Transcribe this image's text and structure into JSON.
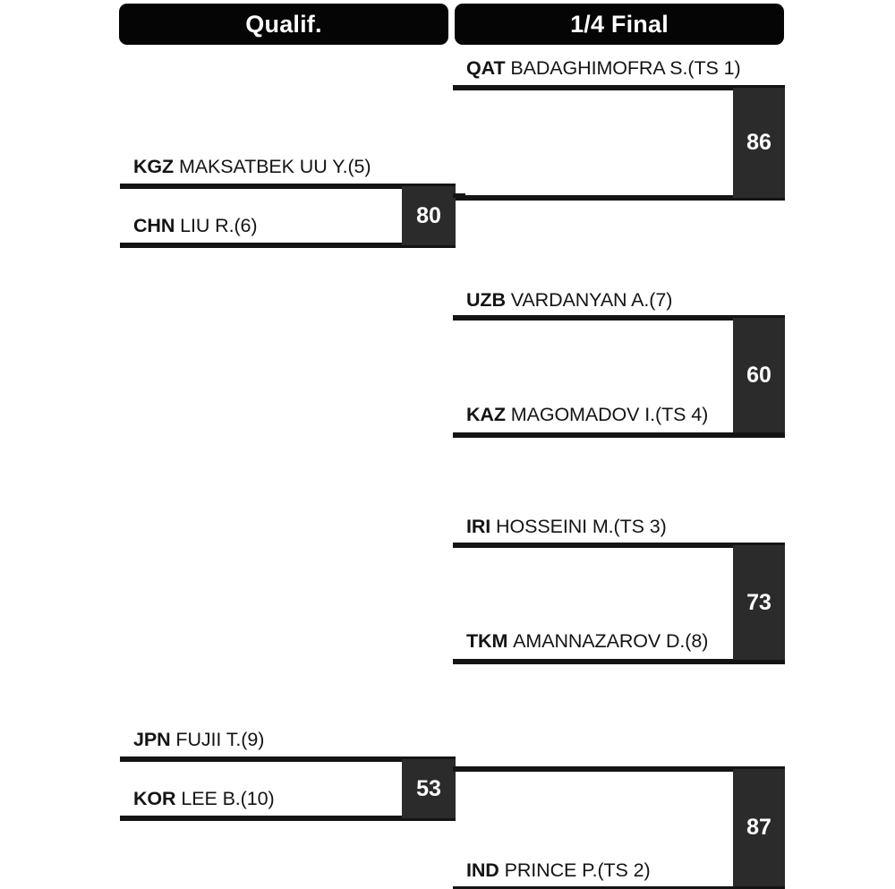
{
  "rounds": [
    {
      "id": "qualif",
      "label": "Qualif."
    },
    {
      "id": "quarter",
      "label": "1/4 Final"
    }
  ],
  "matches": [
    {
      "id": "qf-1",
      "round": "quarter",
      "top": {
        "noc": "QAT",
        "athlete": "BADAGHIMOFRA S.(TS 1)"
      },
      "bottom": {
        "noc": "",
        "athlete": ""
      },
      "score": "86"
    },
    {
      "id": "q-1",
      "round": "qualif",
      "top": {
        "noc": "KGZ",
        "athlete": "MAKSATBEK UU Y.(5)"
      },
      "bottom": {
        "noc": "CHN",
        "athlete": "LIU R.(6)"
      },
      "score": "80"
    },
    {
      "id": "qf-2",
      "round": "quarter",
      "top": {
        "noc": "UZB",
        "athlete": "VARDANYAN A.(7)"
      },
      "bottom": {
        "noc": "KAZ",
        "athlete": "MAGOMADOV I.(TS 4)"
      },
      "score": "60"
    },
    {
      "id": "qf-3",
      "round": "quarter",
      "top": {
        "noc": "IRI",
        "athlete": "HOSSEINI M.(TS 3)"
      },
      "bottom": {
        "noc": "TKM",
        "athlete": "AMANNAZAROV D.(8)"
      },
      "score": "73"
    },
    {
      "id": "q-2",
      "round": "qualif",
      "top": {
        "noc": "JPN",
        "athlete": "FUJII T.(9)"
      },
      "bottom": {
        "noc": "KOR",
        "athlete": "LEE B.(10)"
      },
      "score": "53"
    },
    {
      "id": "qf-4",
      "round": "quarter",
      "top": {
        "noc": "",
        "athlete": ""
      },
      "bottom": {
        "noc": "IND",
        "athlete": "PRINCE P.(TS 2)"
      },
      "score": "87"
    }
  ],
  "colors": {
    "line": "#141414",
    "header_bg": "#050505",
    "header_text": "#ffffff",
    "score_bg": "#2b2b2b",
    "score_text": "#ffffff",
    "page_bg": "#ffffff"
  }
}
